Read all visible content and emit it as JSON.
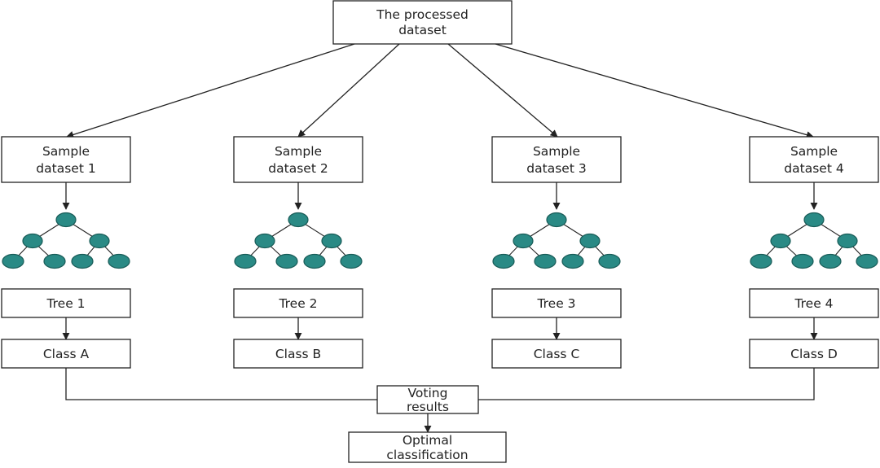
{
  "root": {
    "label_line1": "The processed",
    "label_line2": "dataset"
  },
  "branches": [
    {
      "sample_line1": "Sample",
      "sample_line2": "dataset 1",
      "tree": "Tree 1",
      "class": "Class A"
    },
    {
      "sample_line1": "Sample",
      "sample_line2": "dataset 2",
      "tree": "Tree 2",
      "class": "Class B"
    },
    {
      "sample_line1": "Sample",
      "sample_line2": "dataset 3",
      "tree": "Tree 3",
      "class": "Class C"
    },
    {
      "sample_line1": "Sample",
      "sample_line2": "dataset 4",
      "tree": "Tree 4",
      "class": "Class D"
    }
  ],
  "voting": {
    "label_line1": "Voting",
    "label_line2": "results"
  },
  "optimal": {
    "label_line1": "Optimal",
    "label_line2": "classification"
  },
  "colors": {
    "node_fill": "#2a8a85",
    "node_stroke": "#185b57",
    "line": "#222222"
  }
}
